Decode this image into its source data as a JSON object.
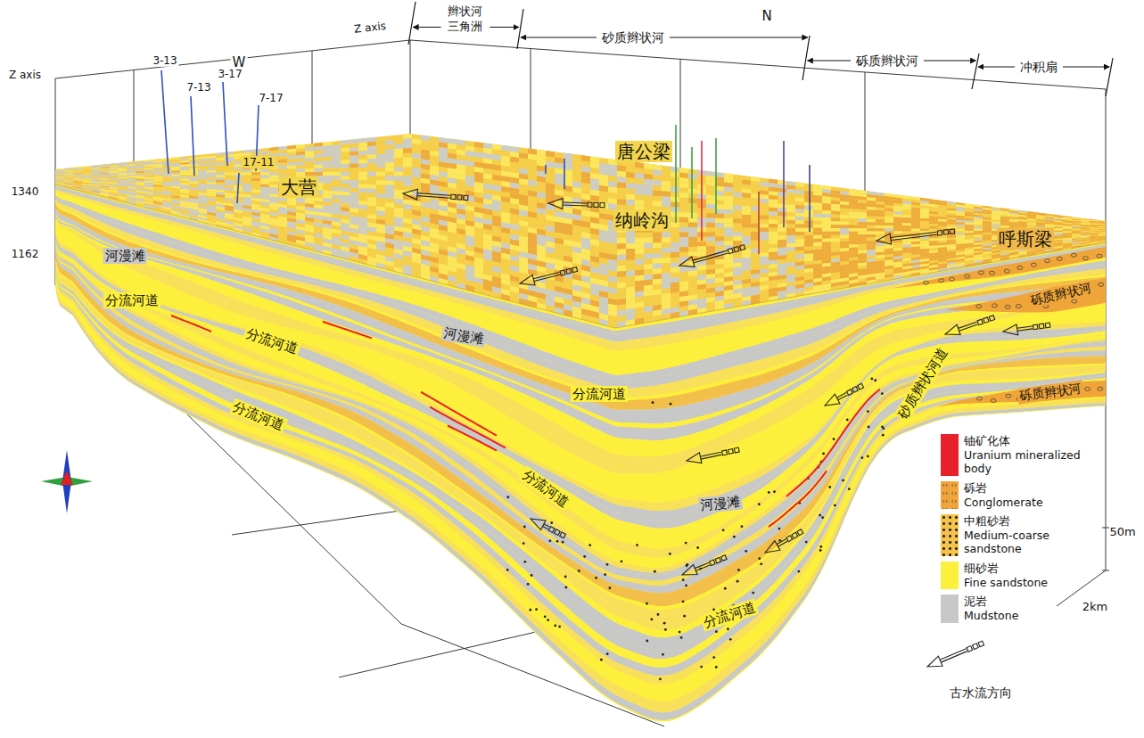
{
  "diagram": {
    "labels": [
      "Z axis",
      "Z axis",
      "W",
      "辫状河 三角洲",
      "砂质辫状河",
      "N",
      "砾质辫状河",
      "冲积扇",
      "3-13",
      "7-13",
      "3-17",
      "7-17",
      "17-11",
      "大营",
      "唐公梁",
      "纳岭沟",
      "呼斯梁",
      "1340",
      "1162",
      "河漫滩",
      "分流河道",
      "分流河道",
      "河漫滩",
      "砾质辫状河",
      "分流河道",
      "砂质辫状河道",
      "砾质辫状河",
      "分流河道",
      "河漫滩",
      "分流河道",
      "分流河道",
      "50m",
      "2km",
      "古水流方向"
    ],
    "legend": [
      {
        "text": "铀矿化体 Uranium mineralized body",
        "color": "#e8202a"
      },
      {
        "text": "砾岩 Conglomerate",
        "color": "#f0a53a"
      },
      {
        "text": "中粗砂岩 Medium-coarse sandstone",
        "color": "#f5c24a"
      },
      {
        "text": "细砂岩 Fine sandstone",
        "color": "#fdf03c"
      },
      {
        "text": "泥岩 Mudstone",
        "color": "#c8c8c8"
      }
    ]
  }
}
